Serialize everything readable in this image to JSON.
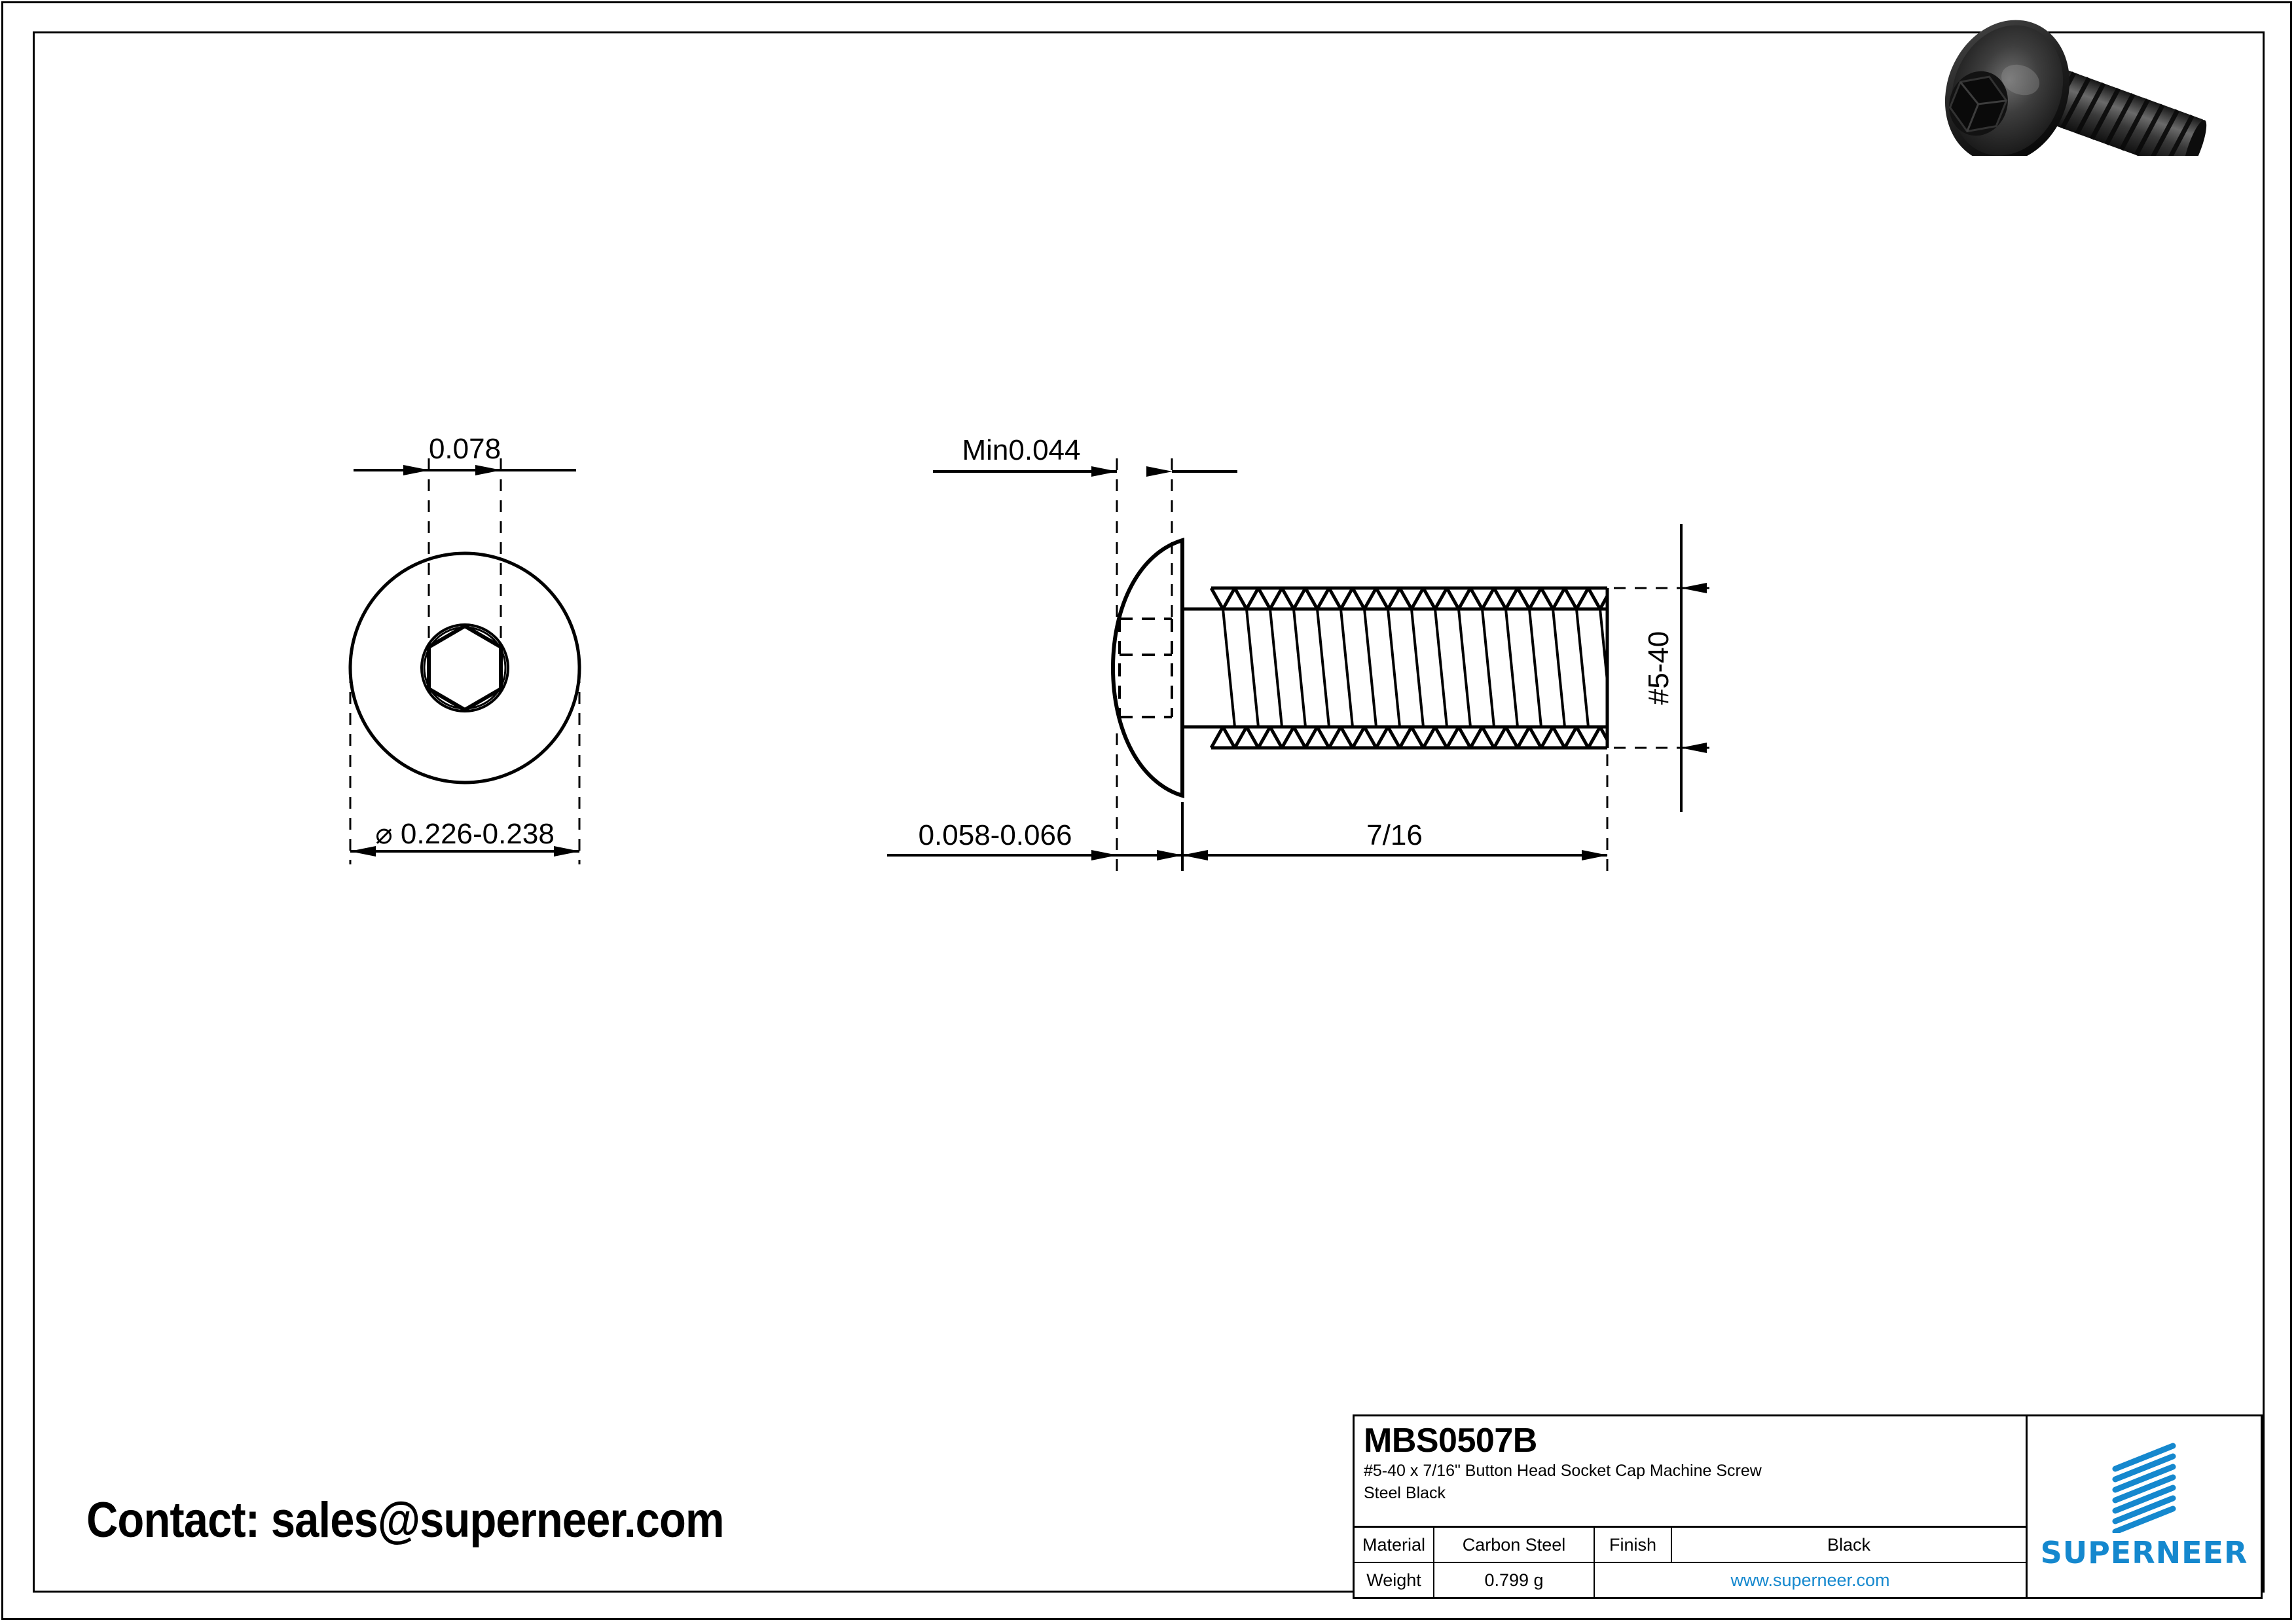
{
  "sheet": {
    "background": "#ffffff",
    "line_color": "#000000",
    "accent_color": "#1588CE"
  },
  "contact": {
    "text": "Contact: sales@superneer.com"
  },
  "top_view": {
    "name": "head-top-view",
    "dim_socket_across_flats": "0.078",
    "dim_head_diameter": "⌀ 0.226-0.238"
  },
  "side_view": {
    "name": "screw-side-view",
    "dim_socket_depth": "Min0.044",
    "dim_head_height": "0.058-0.066",
    "dim_length": "7/16",
    "dim_thread": "#5-40"
  },
  "render": {
    "name": "product-3d-render",
    "body_color": "#2b2b2b",
    "highlight_color": "#8a8a8a"
  },
  "title_block": {
    "part_number": "MBS0507B",
    "description_line1": "#5-40 x 7/16\"  Button Head Socket Cap Machine Screw",
    "description_line2": "Steel Black",
    "material_label": "Material",
    "material_value": "Carbon Steel",
    "finish_label": "Finish",
    "finish_value": "Black",
    "weight_label": "Weight",
    "weight_value": "0.799 g",
    "website": "www.superneer.com",
    "brand_name": "SUPERNEER"
  }
}
